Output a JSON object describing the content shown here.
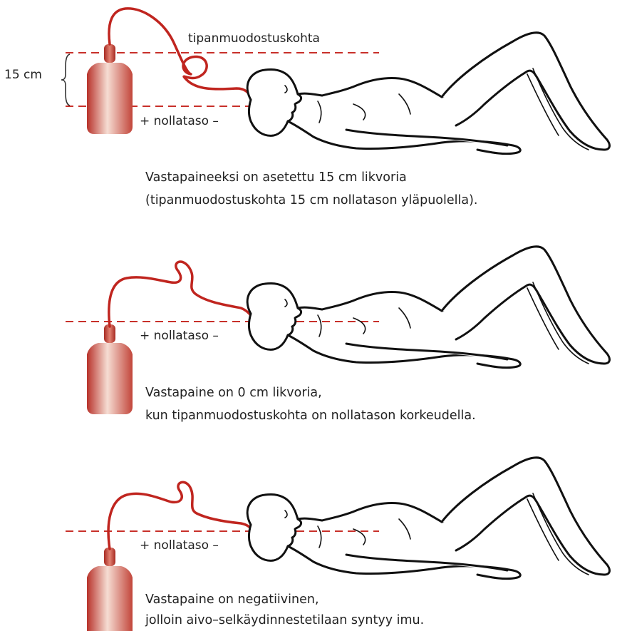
{
  "colors": {
    "accent": "#c8302a",
    "bottle_dark": "#b8322a",
    "bottle_light": "#f6ddd3"
  },
  "panel1": {
    "drip_point_label": "tipanmuodostuskohta",
    "height_label": "15 cm",
    "zero_level_label": "+ nollataso –",
    "caption_line1": "Vastapaineeksi on asetettu 15 cm likvoria",
    "caption_line2": "(tipanmuodostuskohta 15 cm nollatason yläpuolella)."
  },
  "panel2": {
    "zero_level_label": "+ nollataso –",
    "caption_line1": "Vastapaine on 0 cm likvoria,",
    "caption_line2": "kun tipanmuodostuskohta on nollatason korkeudella."
  },
  "panel3": {
    "zero_level_label": "+ nollataso –",
    "caption_line1": "Vastapaine on negatiivinen,",
    "caption_line2": "jolloin aivo–selkäydinnestetilaan syntyy imu."
  }
}
